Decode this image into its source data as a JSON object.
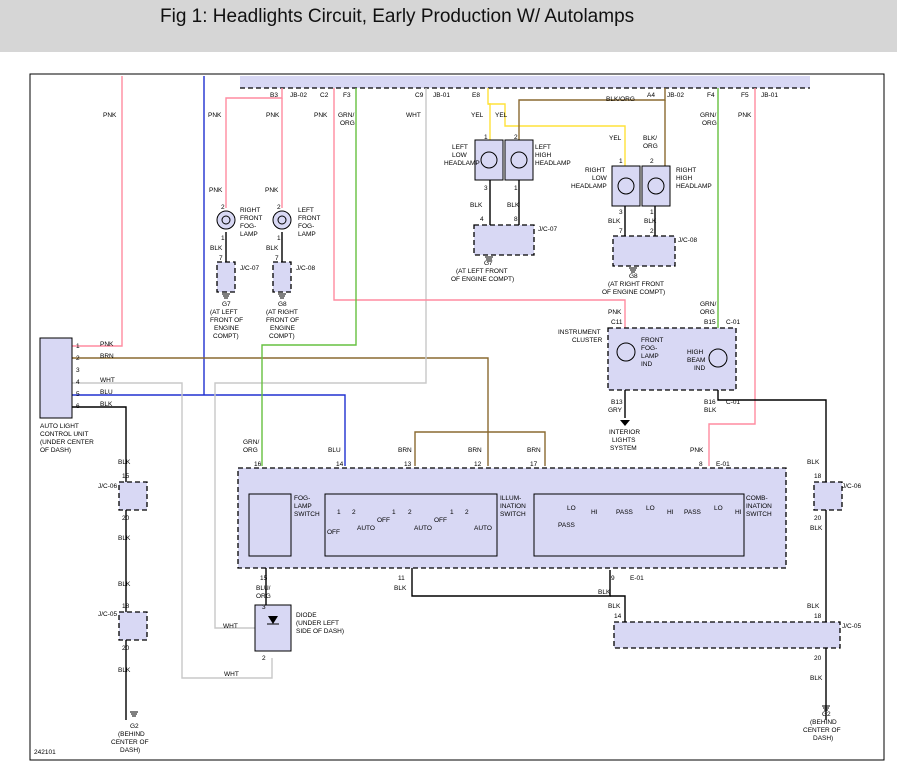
{
  "header": {
    "title": "Fig 1: Headlights Circuit, Early Production W/ Autolamps"
  },
  "colors": {
    "header_bg": "#d6d6d6",
    "component_fill": "#d8d8f4",
    "wire_pink": "#ff8ca0",
    "wire_brown": "#8a6a30",
    "wire_green": "#66c040",
    "wire_blue": "#2030d0",
    "wire_yellow": "#ffe23a",
    "wire_white": "#c8c8c8",
    "wire_black": "#000000",
    "wire_olive": "#8a7a30"
  },
  "diagram": {
    "id_code": "242101",
    "top_connectors": [
      {
        "pin": "B3",
        "conn": "JB-02"
      },
      {
        "pin": "C2",
        "conn": ""
      },
      {
        "pin": "F3",
        "conn": ""
      },
      {
        "pin": "C9",
        "conn": "JB-01"
      },
      {
        "pin": "E8",
        "conn": ""
      },
      {
        "pin": "A4",
        "conn": "JB-02"
      },
      {
        "pin": "F4",
        "conn": ""
      },
      {
        "pin": "F5",
        "conn": "JB-01"
      }
    ],
    "wire_labels": {
      "pnk": "PNK",
      "grn_org_1": "GRN/",
      "grn_org_2": "ORG",
      "wht": "WHT",
      "yel": "YEL",
      "blk_org": "BLK/ORG",
      "blk": "BLK",
      "brn": "BRN",
      "blu": "BLU",
      "gry": "GRY",
      "blu_org_1": "BLU/",
      "blu_org_2": "ORG",
      "blk_slash": "BLK/",
      "org": "ORG"
    },
    "components": {
      "right_fog": [
        "RIGHT",
        "FRONT",
        "FOG-",
        "LAMP"
      ],
      "left_fog": [
        "LEFT",
        "FRONT",
        "FOG-",
        "LAMP"
      ],
      "left_low": [
        "LEFT",
        "LOW",
        "HEADLAMP"
      ],
      "left_high": [
        "LEFT",
        "HIGH",
        "HEADLAMP"
      ],
      "right_low": [
        "RIGHT",
        "LOW",
        "HEADLAMP"
      ],
      "right_high": [
        "RIGHT",
        "HIGH",
        "HEADLAMP"
      ],
      "instrument_cluster": [
        "INSTRUMENT",
        "CLUSTER"
      ],
      "front_fog_ind": [
        "FRONT",
        "FOG-",
        "LAMP",
        "IND"
      ],
      "high_beam_ind": [
        "HIGH",
        "BEAM",
        "IND"
      ],
      "auto_light": [
        "AUTO LIGHT",
        "CONTROL UNIT",
        "(UNDER CENTER",
        "OF DASH)"
      ],
      "interior_lights": [
        "INTERIOR",
        "LIGHTS",
        "SYSTEM"
      ],
      "fog_switch": [
        "FOG-",
        "LAMP",
        "SWITCH"
      ],
      "illum_switch": [
        "ILLUM-",
        "INATION",
        "SWITCH"
      ],
      "comb_switch": [
        "COMB-",
        "INATION",
        "SWITCH"
      ],
      "diode": [
        "DIODE",
        "(UNDER LEFT",
        "SIDE OF DASH)"
      ]
    },
    "grounds": {
      "g7_left": [
        "G7",
        "(AT LEFT",
        "FRONT OF",
        "ENGINE",
        "COMPT)"
      ],
      "g8_left": [
        "G8",
        "(AT RIGHT",
        "FRONT OF",
        "ENGINE",
        "COMPT)"
      ],
      "g7_mid": [
        "G7",
        "(AT LEFT FRONT",
        "OF ENGINE COMPT)"
      ],
      "g8_mid": [
        "G8",
        "(AT RIGHT FRONT",
        "OF ENGINE COMPT)"
      ],
      "g2_left": [
        "G2",
        "(BEHIND",
        "CENTER OF",
        "DASH)"
      ],
      "g2_right": [
        "G2",
        "(BEHIND",
        "CENTER OF",
        "DASH)"
      ]
    },
    "jc": {
      "jc07": "J/C-07",
      "jc08": "J/C-08",
      "jc06": "J/C-06",
      "jc05": "J/C-05",
      "c01": "C-01",
      "e01": "E-01"
    },
    "switch_positions": {
      "off": "OFF",
      "auto": "AUTO",
      "lo": "LO",
      "hi": "HI",
      "pass": "PASS"
    },
    "pins": {
      "auto_unit": [
        "1",
        "2",
        "3",
        "4",
        "5",
        "6"
      ],
      "auto_wires": [
        "PNK",
        "BRN",
        "",
        "WHT",
        "BLU",
        "BLK"
      ]
    }
  }
}
